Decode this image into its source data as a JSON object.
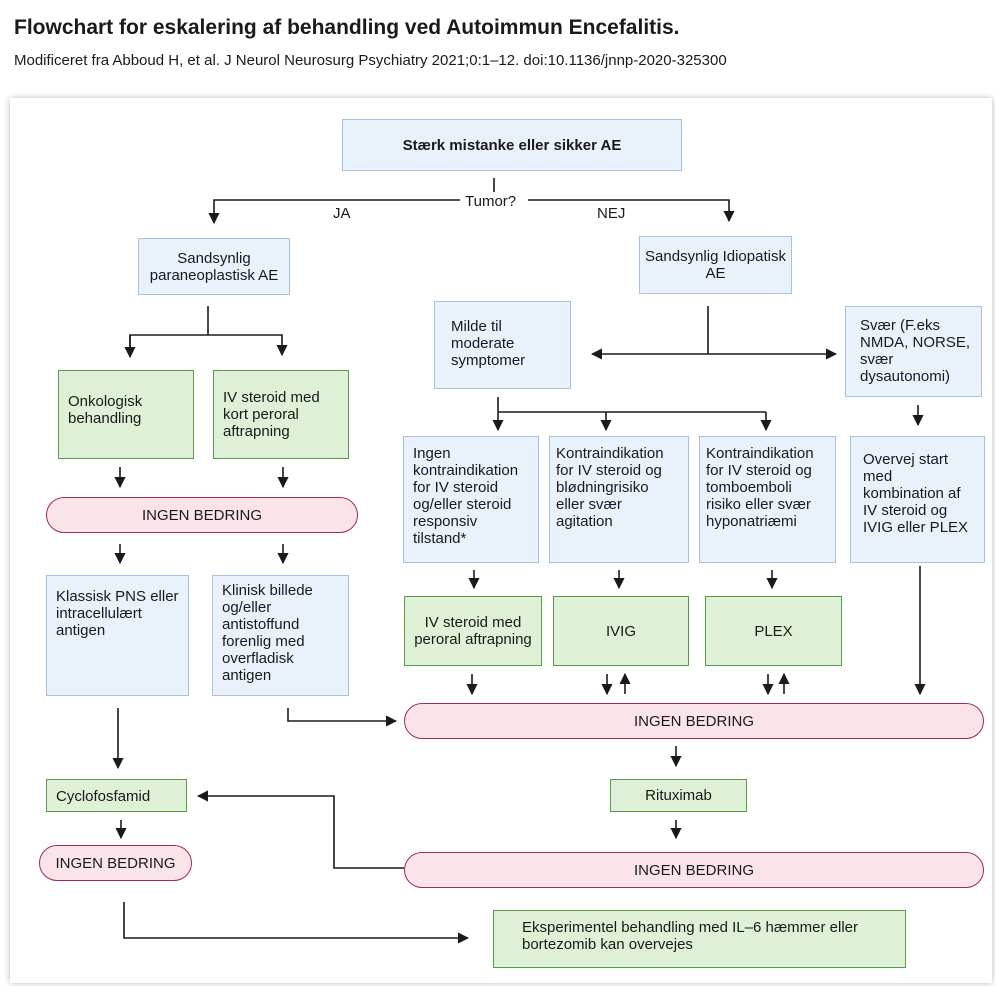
{
  "title": "Flowchart for eskalering af behandling ved Autoimmun Encefalitis.",
  "subtitle": "Modificeret fra Abboud H, et al. J Neurol Neurosurg Psychiatry 2021;0:1–12. doi:10.1136/jnnp-2020-325300",
  "nodes": {
    "start": "Stærk mistanke eller sikker AE",
    "tumor": "Tumor?",
    "ja": "JA",
    "nej": "NEJ",
    "paraneo": "Sandsynlig paraneoplastisk AE",
    "idio": "Sandsynlig Idiopatisk AE",
    "onko": "Onkologisk behandling",
    "ivsteroid_kort": "IV steroid med kort peroral aftrapning",
    "ingen_left": "INGEN BEDRING",
    "klassisk": "Klassisk PNS eller intracellulært antigen",
    "klinisk": "Klinisk billede og/eller antistoffund forenlig med overfladisk antigen",
    "cyclo": "Cyclofosfamid",
    "ingen_cyclo": "INGEN BEDRING",
    "milde": "Milde til moderate symptomer",
    "svaer": "Svær (F.eks NMDA, NORSE, svær dysautonomi)",
    "ingen_kontra": "Ingen kontraindikation for IV steroid og/eller steroid responsiv tilstand*",
    "kontra_ivig": "Kontraindikation for IV steroid og blødningrisiko eller svær agitation",
    "kontra_plex": "Kontraindikation for IV steroid og tomboemboli risiko eller svær hyponatriæmi",
    "overvej": "Overvej start med kombination af IV steroid og IVIG eller PLEX",
    "iv_peroral": "IV steroid med peroral aftrapning",
    "ivig": "IVIG",
    "plex": "PLEX",
    "ingen_mid": "INGEN BEDRING",
    "rituximab": "Rituximab",
    "ingen_right": "INGEN BEDRING",
    "eksperimentel": "Eksperimentel behandling med IL–6 hæmmer eller bortezomib kan overvejes"
  },
  "colors": {
    "info_fill": "#e9f1fb",
    "info_border": "#a8c1de",
    "treatment_fill": "#def0d5",
    "treatment_border": "#5a9a4b",
    "outcome_fill": "#fbe3ea",
    "outcome_border": "#9b2e4d",
    "connector": "#1a1a1a"
  }
}
